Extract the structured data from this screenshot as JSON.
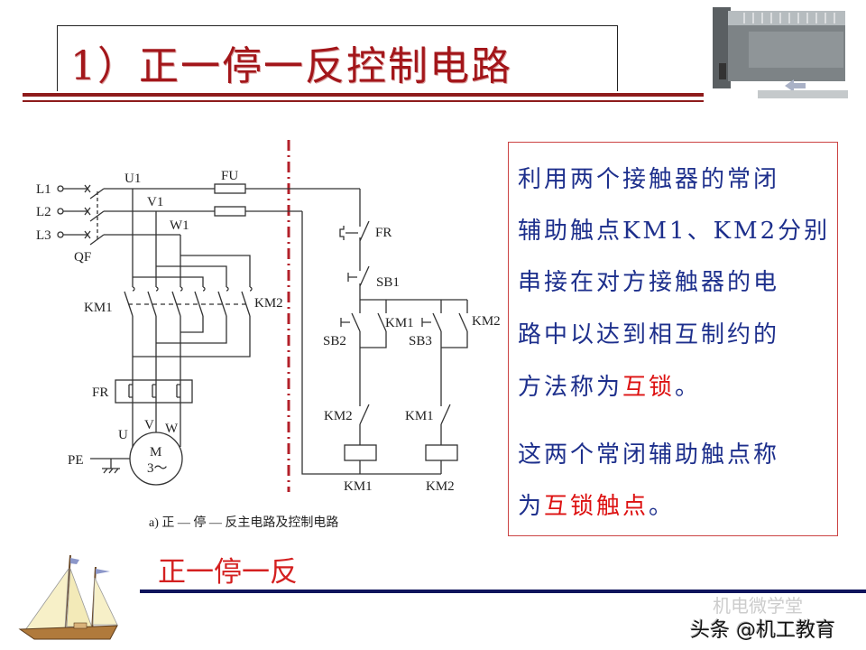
{
  "title": "1）正一停一反控制电路",
  "subtitle": "正一停一反",
  "diagram": {
    "caption": "a) 正 — 停 — 反主电路及控制电路",
    "labels": {
      "L1": "L1",
      "L2": "L2",
      "L3": "L3",
      "QF": "QF",
      "U1": "U1",
      "V1": "V1",
      "W1": "W1",
      "FU": "FU",
      "KM1_main": "KM1",
      "KM2_main": "KM2",
      "FR_main": "FR",
      "U": "U",
      "V": "V",
      "W": "W",
      "M": "M",
      "M_phase": "3～",
      "PE": "PE",
      "FR_ctrl": "FR",
      "SB1": "SB1",
      "SB2": "SB2",
      "SB3": "SB3",
      "KM1_hold": "KM1",
      "KM2_hold": "KM2",
      "KM2_interlock": "KM2",
      "KM1_interlock": "KM1",
      "KM1_coil": "KM1",
      "KM2_coil": "KM2"
    },
    "colors": {
      "divider": "#b3202a",
      "wire": "#333333"
    }
  },
  "explanation": {
    "p1_lines": [
      "利用两个接触器的常闭",
      "辅助触点KM1、KM2分别",
      "串接在对方接触器的电",
      "路中以达到相互制约的"
    ],
    "p1_last_prefix": "方法称为",
    "p1_last_highlight": "互锁",
    "p1_last_suffix": "。",
    "p2_line1": "这两个常闭辅助触点称",
    "p2_prefix": "为",
    "p2_highlight": "互锁触点",
    "p2_suffix": "。",
    "colors": {
      "text": "#1d2f8c",
      "highlight": "#dd1111",
      "border": "#cc4444"
    }
  },
  "watermark": "头条 @机工教育",
  "watermark_faint": "机电微学堂",
  "images": {
    "plc": "plc-module-icon",
    "ship": "sailing-ship-icon"
  }
}
